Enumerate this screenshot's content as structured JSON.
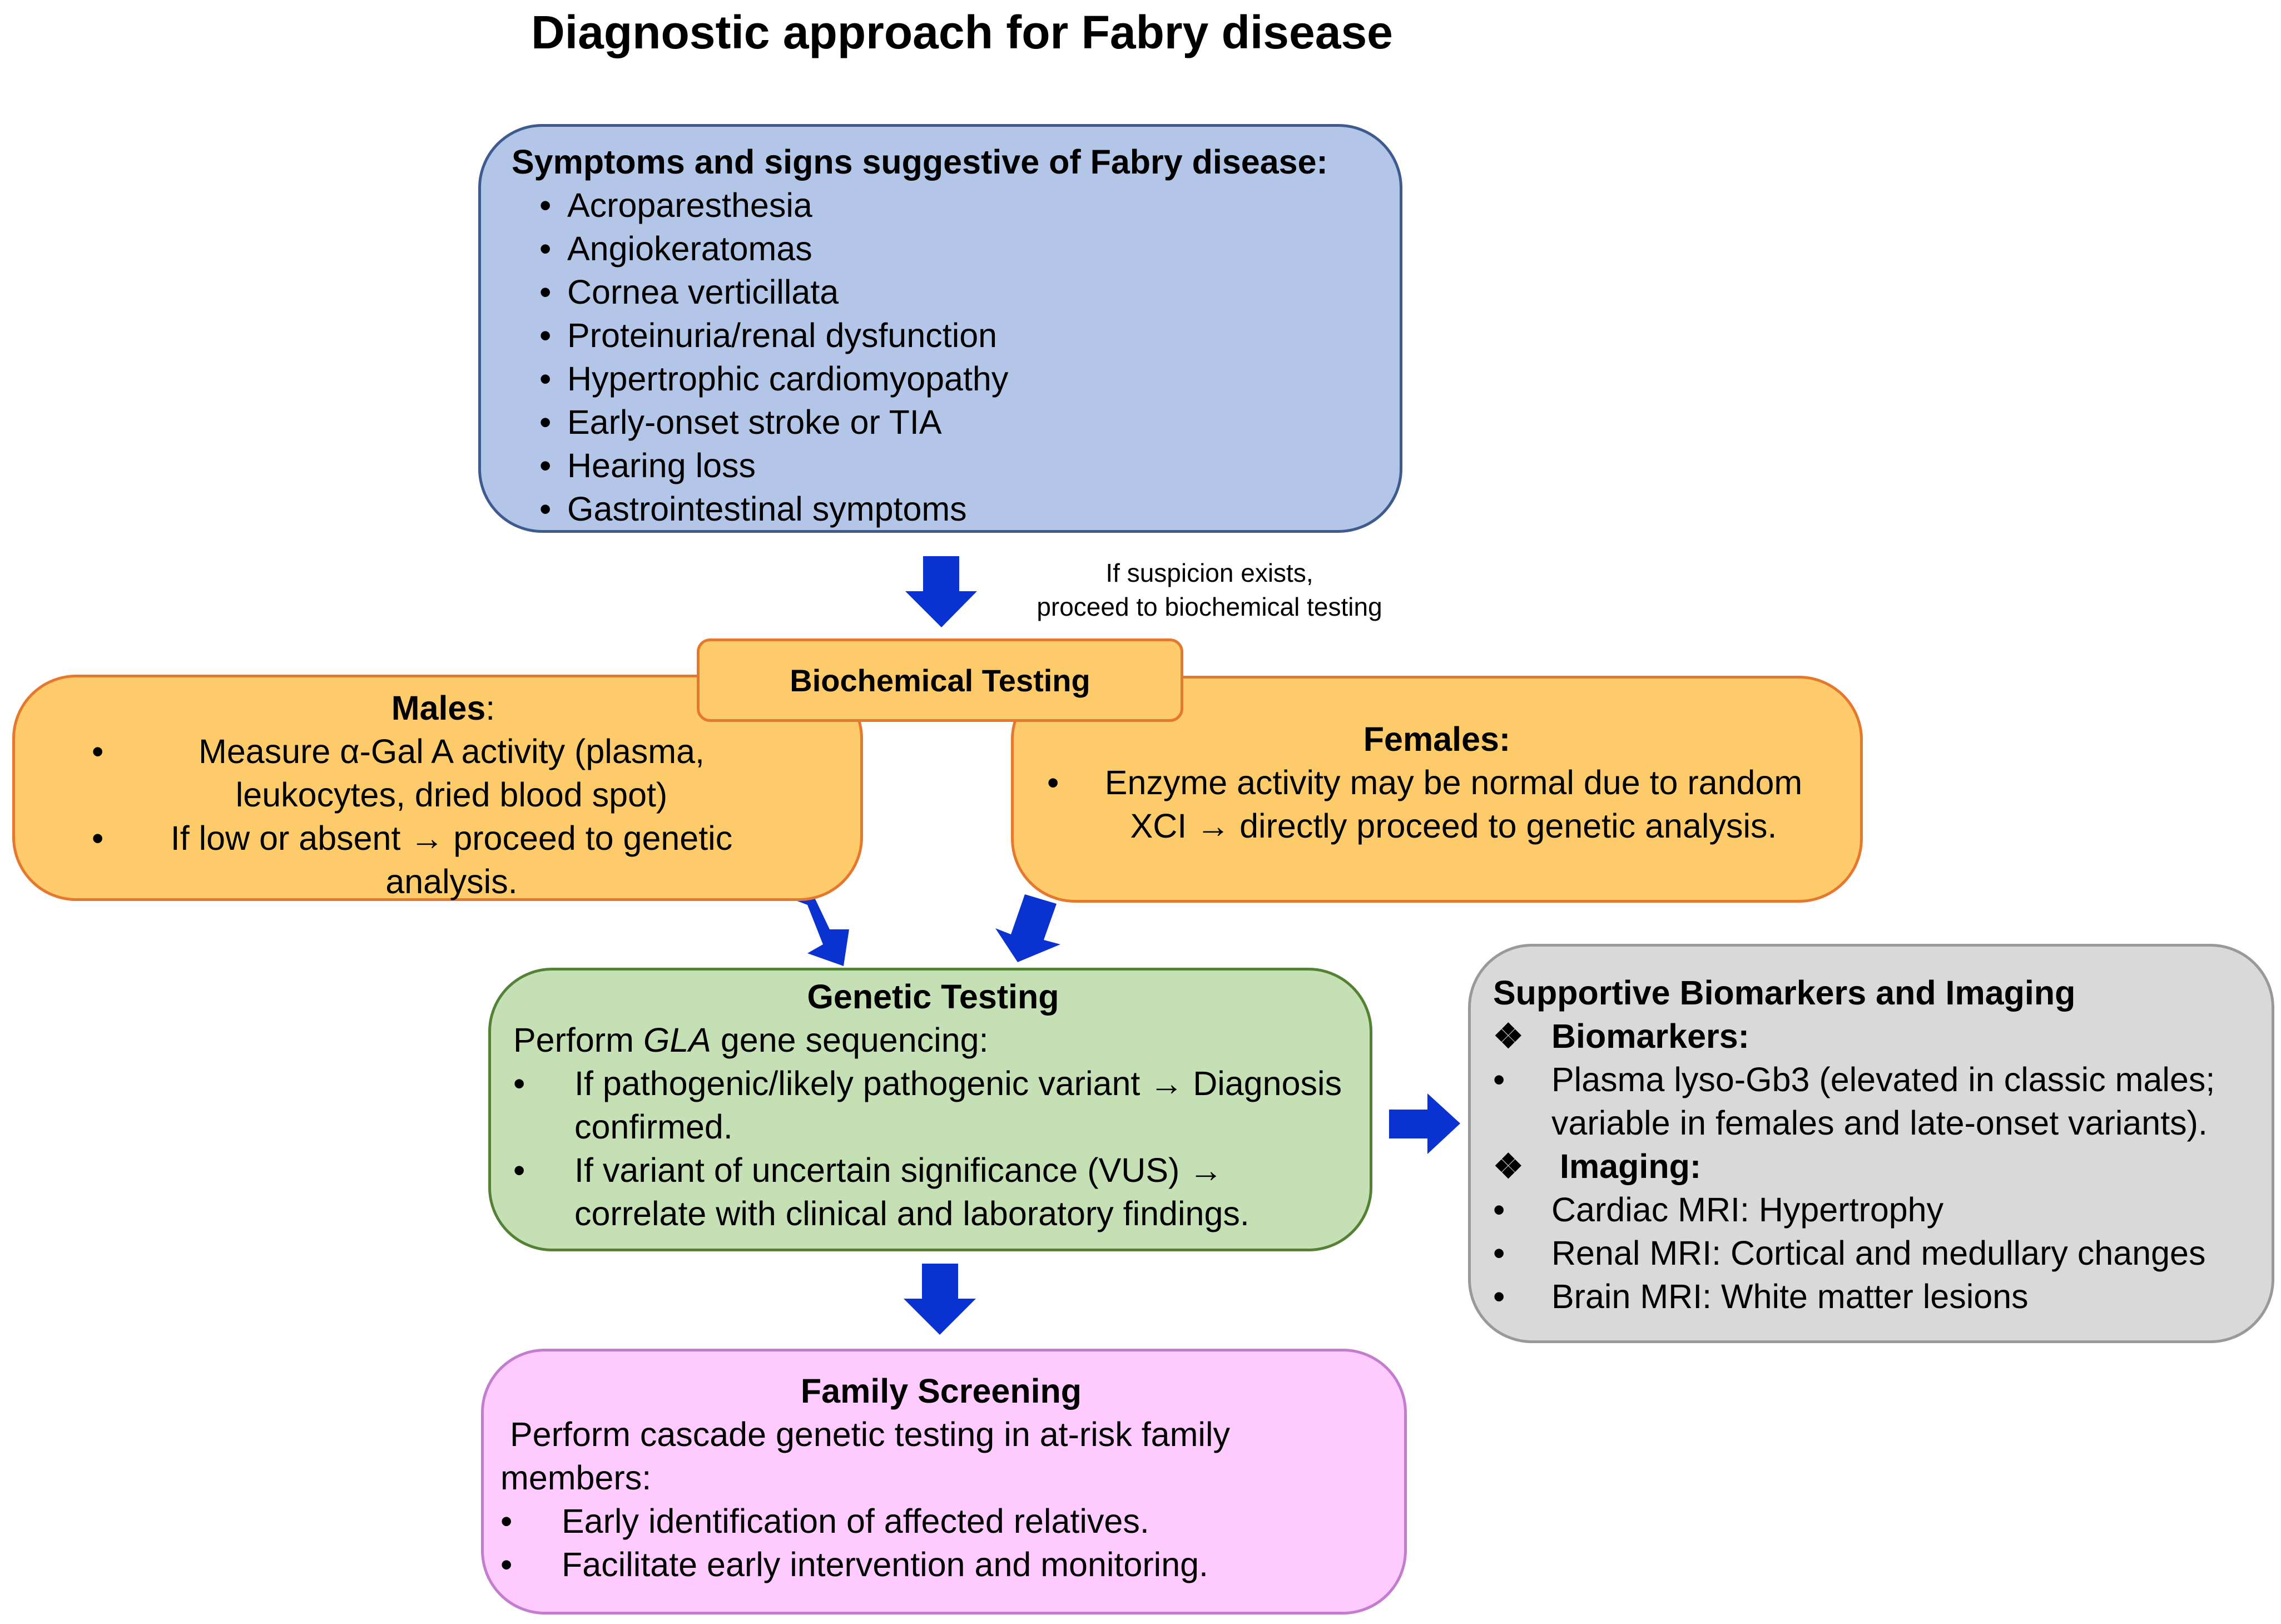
{
  "title": "Diagnostic approach for Fabry disease",
  "symptoms": {
    "heading": "Symptoms and signs suggestive of Fabry disease:",
    "items": [
      "Acroparesthesia",
      "Angiokeratomas",
      "Cornea verticillata",
      "Proteinuria/renal dysfunction",
      "Hypertrophic cardiomyopathy",
      "Early-onset stroke or TIA",
      "Hearing loss",
      "Gastrointestinal symptoms"
    ]
  },
  "suspicion_note": [
    "If suspicion exists,",
    "proceed to biochemical testing"
  ],
  "biochemical": {
    "label": "Biochemical Testing"
  },
  "males": {
    "heading": "Males",
    "heading_suffix": ":",
    "items": [
      "Measure α-Gal A activity (plasma, leukocytes, dried blood spot)",
      "If low or absent → proceed to genetic analysis."
    ]
  },
  "females": {
    "heading": "Females:",
    "items": [
      "Enzyme activity may be normal due to random XCI → directly proceed to genetic analysis."
    ]
  },
  "genetic": {
    "heading": "Genetic Testing",
    "intro_pre": "Perform ",
    "intro_gene": "GLA",
    "intro_post": " gene sequencing:",
    "items": [
      "If pathogenic/likely pathogenic variant → Diagnosis confirmed.",
      "If variant of uncertain significance (VUS) → correlate with clinical and laboratory findings."
    ]
  },
  "supportive": {
    "heading": "Supportive Biomarkers and Imaging",
    "biomarkers_label": "Biomarkers:",
    "biomarkers": [
      "Plasma lyso-Gb3 (elevated in classic males; variable in females and late-onset variants)."
    ],
    "imaging_label": "Imaging:",
    "imaging": [
      "Cardiac MRI: Hypertrophy",
      "Renal MRI: Cortical and medullary changes",
      "Brain MRI: White matter lesions"
    ]
  },
  "family": {
    "heading": "Family Screening",
    "intro": " Perform cascade genetic testing in at-risk family members:",
    "items": [
      "Early identification of affected relatives.",
      "Facilitate early intervention and monitoring."
    ]
  },
  "colors": {
    "symptoms_fill": "#b3c6e7",
    "testing_fill": "#fecb6b",
    "genetic_fill": "#c5e0b4",
    "supportive_fill": "#d9d9d9",
    "family_fill": "#fecbfe",
    "arrow": "#0a32d0"
  }
}
